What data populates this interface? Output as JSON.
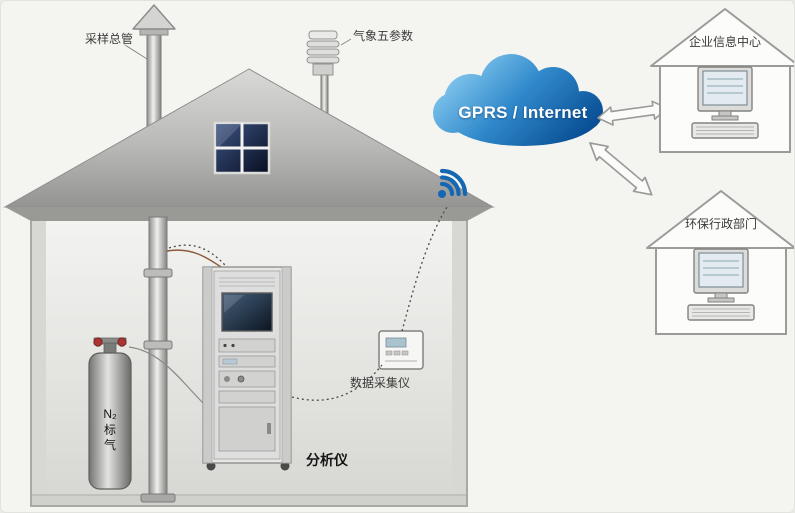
{
  "canvas": {
    "background": "#f4f4f1"
  },
  "station": {
    "sampling_duct_label": "采样总管",
    "weather_sensor_label": "气象五参数",
    "analyzer_label": "分析仪",
    "data_logger_label": "数据采集仪",
    "gas_cylinder": {
      "line1": "N₂",
      "line2": "标",
      "line3": "气"
    }
  },
  "network": {
    "cloud_label": "GPRS / Internet"
  },
  "remote_sites": [
    {
      "label": "企业信息中心"
    },
    {
      "label": "环保行政部门"
    }
  ],
  "colors": {
    "wifi_blue": "#1468b3",
    "cloud_blue_top": "#79c0ea",
    "cloud_blue_bottom": "#0a4f96",
    "roof_gray": "#b9b9b7",
    "window_navy": "#0d1830"
  }
}
